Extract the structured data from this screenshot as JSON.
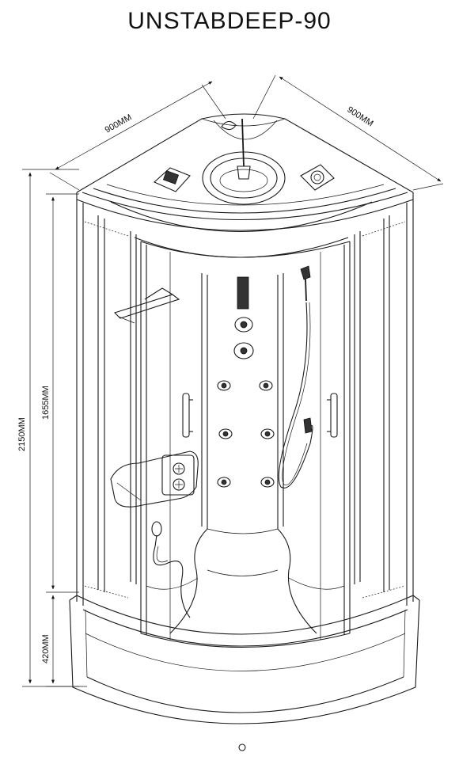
{
  "title": "UNSTABDEEP-90",
  "dimensions": {
    "width_left": "900MM",
    "width_right": "900MM",
    "total_height": "2150MM",
    "cabin_height": "1655MM",
    "tray_height": "420MM"
  },
  "icons": {
    "massage_jet": "massage-jet-icon",
    "hand_shower": "hand-shower-icon",
    "control_panel": "control-panel-icon"
  }
}
